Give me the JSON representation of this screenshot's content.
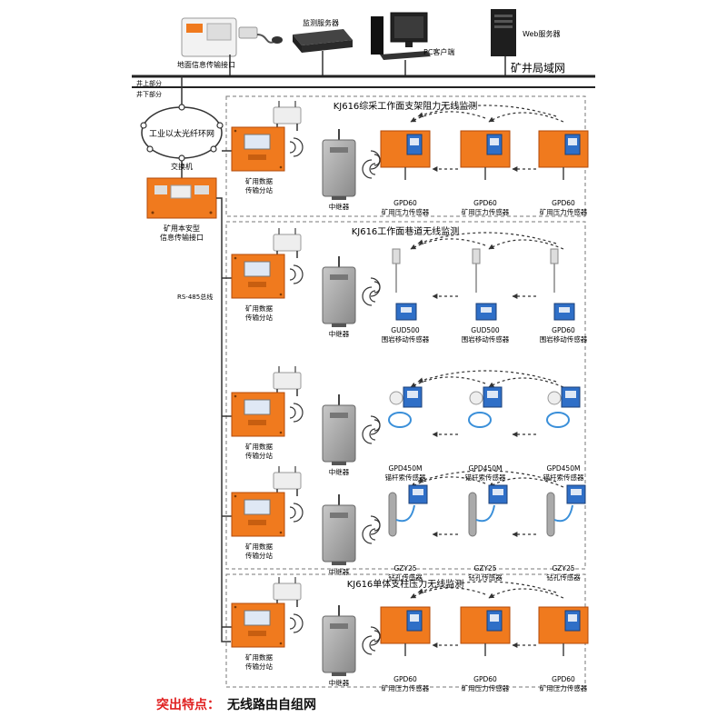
{
  "top": {
    "devices": [
      {
        "label": "地面信息传输接口",
        "kind": "interface-box"
      },
      {
        "label": "监测服务器",
        "kind": "server"
      },
      {
        "label": "PC客户端",
        "kind": "pc"
      },
      {
        "label": "Web服务器",
        "kind": "tower"
      }
    ],
    "lan_label": "矿井局域网",
    "above_ground": "井上部分",
    "below_ground": "井下部分"
  },
  "left": {
    "ring_label": "工业以太光纤环网",
    "switch_label": "交换机",
    "interface_label_1": "矿用本安型",
    "interface_label_2": "信息传输接口",
    "bus_label": "RS-485总线"
  },
  "common": {
    "substation_1": "矿用数据",
    "substation_2": "传输分站",
    "repeater": "中继器"
  },
  "sections": [
    {
      "title": "KJ616综采工作面支架阻力无线监测",
      "rows": [
        {
          "sensor": "pressure-box",
          "labels": [
            [
              "GPD60",
              "矿用压力传感器"
            ],
            [
              "GPD60",
              "矿用压力传感器"
            ],
            [
              "GPD60",
              "矿用压力传感器"
            ]
          ]
        }
      ]
    },
    {
      "title": "KJ616工作面巷道无线监测",
      "rows": [
        {
          "sensor": "displacement",
          "labels": [
            [
              "GUD500",
              "围岩移动传感器"
            ],
            [
              "GUD500",
              "围岩移动传感器"
            ],
            [
              "GPD60",
              "围岩移动传感器"
            ]
          ]
        },
        {
          "sensor": "anchor",
          "labels": [
            [
              "GPD450M",
              "锚杆索传感器"
            ],
            [
              "GPD450M",
              "锚杆索传感器"
            ],
            [
              "GPD450M",
              "锚杆索传感器"
            ]
          ]
        },
        {
          "sensor": "borehole",
          "labels": [
            [
              "GZY25",
              "钻孔传感器"
            ],
            [
              "GZY25",
              "钻孔传感器"
            ],
            [
              "GZY25",
              "钻孔传感器"
            ]
          ]
        }
      ]
    },
    {
      "title": "KJ616单体支柱压力无线监测",
      "rows": [
        {
          "sensor": "pressure-box",
          "labels": [
            [
              "GPD60",
              "矿用压力传感器"
            ],
            [
              "GPD60",
              "矿用压力传感器"
            ],
            [
              "GPD60",
              "矿用压力传感器"
            ]
          ]
        }
      ]
    }
  ],
  "footer": {
    "highlight_label": "突出特点：",
    "highlight_text": "无线路由自组网"
  },
  "colors": {
    "orange": "#F07A1E",
    "orange_dark": "#B24A0A",
    "screen_blue": "#2F6FC7",
    "gray_box": "#9A9A9A",
    "red_text": "#E02020",
    "line": "#333333"
  }
}
